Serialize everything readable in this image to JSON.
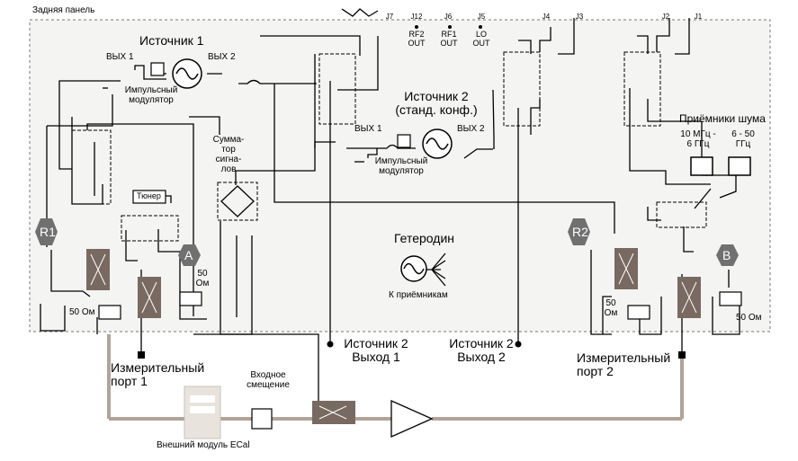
{
  "panel": {
    "title": "Задняя панель"
  },
  "source1": {
    "title": "Источник 1",
    "out1": "ВЫХ 1",
    "out2": "ВЫХ 2",
    "modulator": "Импульсный\nмодулятор"
  },
  "source2": {
    "title": "Источник 2\n(станд. конф.)",
    "out1": "ВЫХ 1",
    "out2": "ВЫХ 2",
    "modulator": "Импульсный\nмодулятор"
  },
  "combiner": {
    "label": "Сумма-\nтор\nсигна-\nлов"
  },
  "tuner": {
    "label": "Тюнер"
  },
  "lo": {
    "title": "Гетеродин",
    "caption": "К приёмникам"
  },
  "noise": {
    "title": "Приёмники шума",
    "band1": "10 МГц -\n6 ГГц",
    "band2": "6 - 50\nГГц"
  },
  "receivers": {
    "r1": "R1",
    "r2": "R2",
    "a": "A",
    "b": "B"
  },
  "loads": {
    "ohm_r1": "50 Ом",
    "ohm_a": "50\nОм",
    "ohm_r2": "50\nОм",
    "ohm_b": "50 Ом"
  },
  "jacks": [
    "J7",
    "J12",
    "J6",
    "J5",
    "J4",
    "J3",
    "J2",
    "J1"
  ],
  "outs": {
    "rf2": "RF2\nOUT",
    "rf1": "RF1\nOUT",
    "lo": "LO\nOUT"
  },
  "ports": {
    "meas1": "Измерительный\nпорт 1",
    "meas2": "Измерительный\nпорт 2",
    "src2out1": "Источник 2\nВыход 1",
    "src2out2": "Источник 2\nВыход 2"
  },
  "external": {
    "ecal": "Внешний модуль ECal",
    "bias": "Входное\nсмещение"
  },
  "colors": {
    "line": "#000000",
    "cable": "#b0a49a",
    "coupler": "#786a60",
    "panel_fill": "#f4f4f2",
    "node": "#707070"
  }
}
